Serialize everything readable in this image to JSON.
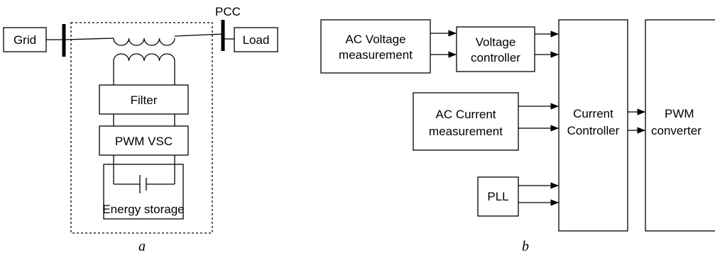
{
  "diagram_a": {
    "grid_label": "Grid",
    "load_label": "Load",
    "pcc_label": "PCC",
    "filter_label": "Filter",
    "pwm_vsc_label": "PWM VSC",
    "energy_storage_label": "Energy storage",
    "caption": "a"
  },
  "diagram_b": {
    "ac_voltage_line1": "AC Voltage",
    "ac_voltage_line2": "measurement",
    "voltage_ctrl_line1": "Voltage",
    "voltage_ctrl_line2": "controller",
    "ac_current_line1": "AC Current",
    "ac_current_line2": "measurement",
    "current_ctrl_line1": "Current",
    "current_ctrl_line2": "Controller",
    "pll_label": "PLL",
    "pwm_conv_line1": "PWM",
    "pwm_conv_line2": "converter",
    "caption": "b"
  }
}
